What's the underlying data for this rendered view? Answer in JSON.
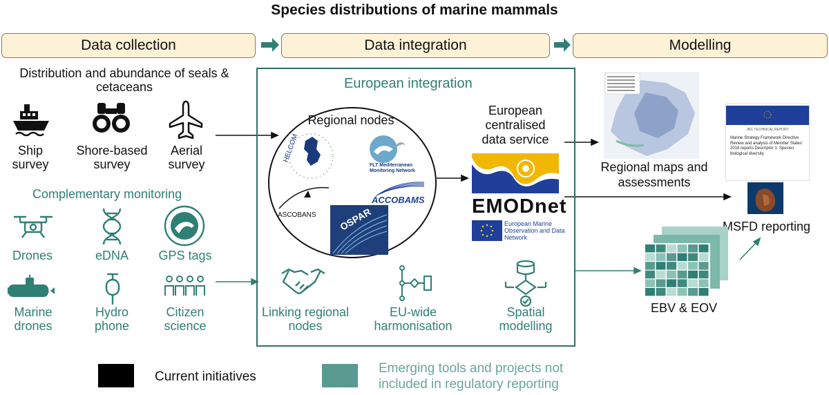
{
  "title": "Species distributions of marine mammals",
  "stages": [
    "Data collection",
    "Data integration",
    "Modelling"
  ],
  "collection": {
    "heading": "Distribution and abundance of seals & cetaceans",
    "surveys": [
      {
        "label": "Ship survey",
        "icon": "ship-icon"
      },
      {
        "label": "Shore-based survey",
        "icon": "binoculars-icon"
      },
      {
        "label": "Aerial survey",
        "icon": "airplane-icon"
      }
    ],
    "complementary_heading": "Complementary monitoring",
    "tools": [
      {
        "label": "Drones",
        "icon": "drone-icon"
      },
      {
        "label": "eDNA",
        "icon": "dna-icon"
      },
      {
        "label": "GPS tags",
        "icon": "gps-tag-icon"
      },
      {
        "label": "Marine drones",
        "icon": "submarine-icon"
      },
      {
        "label": "Hydro phone",
        "icon": "hydrophone-icon"
      },
      {
        "label": "Citizen science",
        "icon": "people-icon"
      }
    ]
  },
  "integration": {
    "box_title": "European integration",
    "regional_nodes_title": "Regional nodes",
    "nodes": [
      "HELCOM",
      "FLT Mediterranean Monitoring Network",
      "ACCOBAMS",
      "ASCOBANS",
      "OSPAR"
    ],
    "central_service": "European centralised data service",
    "emodnet": {
      "name": "EMODnet",
      "tagline": "European Marine Observation and Data Network"
    },
    "tools": [
      {
        "label": "Linking regional nodes",
        "icon": "handshake-icon"
      },
      {
        "label": "EU-wide harmonisation",
        "icon": "flowchart-icon"
      },
      {
        "label": "Spatial modelling",
        "icon": "database-flow-icon"
      }
    ]
  },
  "modelling": {
    "maps_label": "Regional maps and assessments",
    "report_title": "JRC TECHNICAL REPORT",
    "report_text": "Marine Strategy Framework Directive Review and analysis of Member States' 2018 reports Descriptor 1: Species biological diversity",
    "msfd_label": "MSFD reporting",
    "ebv_label": "EBV & EOV"
  },
  "legend": [
    {
      "label": "Current initiatives",
      "color": "#000000"
    },
    {
      "label": "Emerging tools and projects not included in regulatory reporting",
      "color": "#5a9a90"
    }
  ],
  "colors": {
    "teal": "#2f7f74",
    "stage_fill": "#fdf2d6",
    "eu_blue": "#1f3f9a",
    "emod_yellow": "#f2b705"
  }
}
